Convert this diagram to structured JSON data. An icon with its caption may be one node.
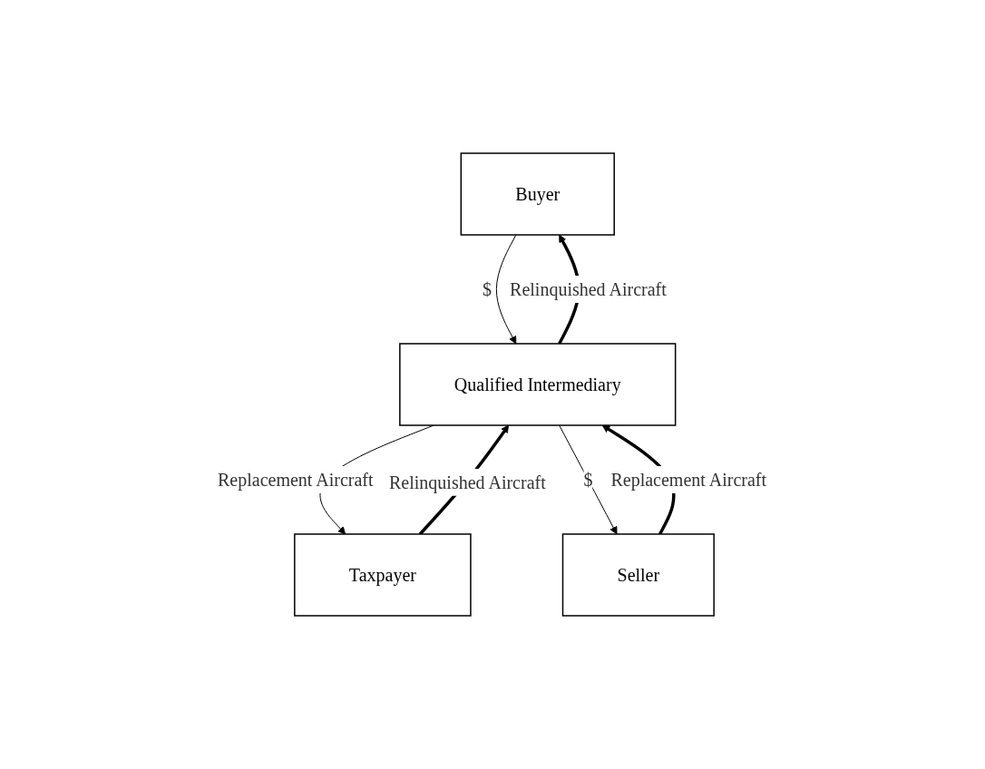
{
  "diagram": {
    "nodes": [
      {
        "text": [
          "Buyer"
        ]
      },
      {
        "text": [
          "Taxpayer"
        ]
      },
      {
        "text": [
          "Qualified Intermediary"
        ]
      },
      {
        "text": [
          "Seller"
        ]
      }
    ],
    "edges": [
      {
        "from": 0,
        "to": 2,
        "arrow": "to",
        "label": "$"
      },
      {
        "from": 2,
        "to": 0,
        "arrow": "to",
        "label": "Relinquished Aircraft",
        "style": "thick"
      },
      {
        "from": 2,
        "to": 1,
        "arrow": "to",
        "label": "Replacement Aircraft"
      },
      {
        "from": 1,
        "to": 2,
        "arrow": "to",
        "label": "Relinquished Aircraft",
        "style": "thick"
      },
      {
        "from": 2,
        "to": 3,
        "arrow": "to",
        "label": "$"
      },
      {
        "from": 3,
        "to": 2,
        "arrow": "to",
        "label": "Replacement Aircraft",
        "style": "thick"
      }
    ]
  }
}
